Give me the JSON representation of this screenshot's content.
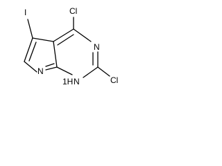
{
  "molecule": {
    "atoms": {
      "iodine": "I",
      "chlorine_top": "Cl",
      "chlorine_right": "Cl",
      "nitrogen_ring": "N",
      "nitrogen_pyrrole": "N",
      "nh_group": "1H"
    }
  }
}
